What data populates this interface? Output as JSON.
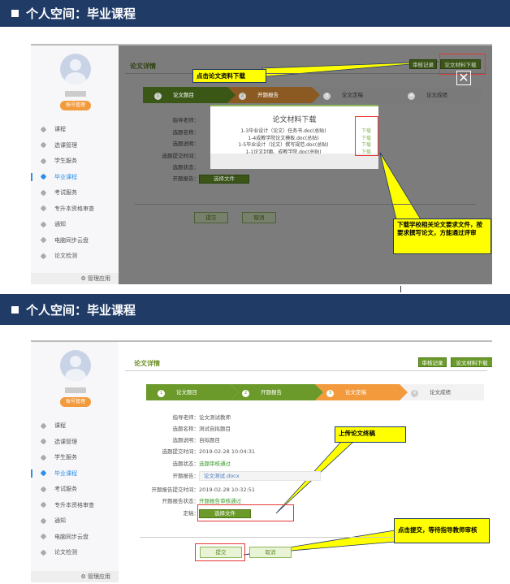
{
  "header": {
    "title": "个人空间：毕业课程"
  },
  "sidebar": {
    "badge": "账号管理",
    "items": [
      "课程",
      "选课管理",
      "学生服务",
      "毕业课程",
      "考试服务",
      "专升本资格审查",
      "通知",
      "电脑同步云盘",
      "论文检测"
    ],
    "active_index": 3,
    "manage": "⚙ 管理应用"
  },
  "main": {
    "title": "论文详情",
    "buttons": {
      "audit": "审核记录",
      "download": "论文材料下载",
      "choose_file": "选择文件",
      "submit": "提交",
      "cancel": "取消"
    },
    "steps": [
      {
        "num": "1",
        "label": "论文题目"
      },
      {
        "num": "2",
        "label": "开题报告"
      },
      {
        "num": "3",
        "label": "论文定稿"
      },
      {
        "num": "4",
        "label": "论文成绩"
      }
    ],
    "fields": [
      {
        "label": "指导老师：",
        "value": "论文测试教师"
      },
      {
        "label": "选题名称：",
        "value": "测试自拟题目"
      },
      {
        "label": "选题说明：",
        "value": "自拟题目"
      },
      {
        "label": "选题提交时间：",
        "value": "2019-02-28 10:04:31"
      },
      {
        "label": "选题状态：",
        "value": "选题审核通过"
      },
      {
        "label": "开题报告：",
        "value": "论文测试.docx"
      },
      {
        "label": "开题报告提交时间：",
        "value": "2019-02-28 10:32:51"
      },
      {
        "label": "开题报告状态：",
        "value": "开题报告审核通过"
      },
      {
        "label": "定稿：",
        "value": ""
      }
    ]
  },
  "modal": {
    "title": "论文材料下载",
    "files": [
      "1-3毕业设计（论文）任务书.doc(总贴)",
      "1-4成教学院论文模板.doc(总贴)",
      "1-5毕业设计（论文）撰写规范.doc(总贴)",
      "1-1论文封面、成教学院.doc(总贴)"
    ],
    "download_label": "下载",
    "close": "✕"
  },
  "callouts": {
    "c1": "点击论文资料下载",
    "c2": "下载学校相关论文要求文件，按要求撰写论文，方能通过评审",
    "c3": "上传论文终稿",
    "c4": "点击提交，等待指导教师审核"
  },
  "colors": {
    "header": "#1f3b66",
    "green": "#6b9a2a",
    "orange": "#f39a3c",
    "callout": "#ffff00",
    "highlight": "#e53935"
  }
}
